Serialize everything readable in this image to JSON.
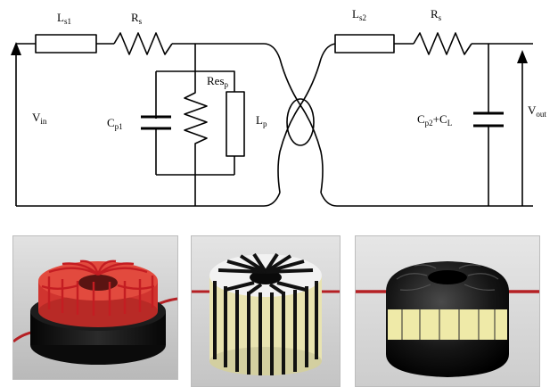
{
  "circuit": {
    "labels": {
      "ls1": {
        "main": "L",
        "sub": "s1"
      },
      "rs_left": {
        "main": "R",
        "sub": "s"
      },
      "resp": {
        "main": "Res",
        "sub": "p"
      },
      "cp1": {
        "main": "C",
        "sub": "p1"
      },
      "lp": {
        "main": "L",
        "sub": "p"
      },
      "vin": {
        "main": "V",
        "sub": "in"
      },
      "ls2": {
        "main": "L",
        "sub": "s2"
      },
      "rs_right": {
        "main": "R",
        "sub": "s"
      },
      "cp2": {
        "main": "C",
        "sub": "p2",
        "tail": "+C",
        "tail_sub": "L"
      },
      "vout": {
        "main": "V",
        "sub": "out"
      }
    }
  },
  "photos": [
    {
      "name": "toroid-red-winding",
      "winding_color": "#d8262b",
      "core_color": "#141414",
      "background": "#cfcfcf"
    },
    {
      "name": "toroid-black-winding-open",
      "winding_color": "#111111",
      "core_color": "#e8e3b0",
      "background": "#d6d6d6"
    },
    {
      "name": "toroid-black-winding-dense",
      "winding_color": "#0d0d0d",
      "core_color": "#efeaa8",
      "background": "#dcdcdc"
    }
  ]
}
